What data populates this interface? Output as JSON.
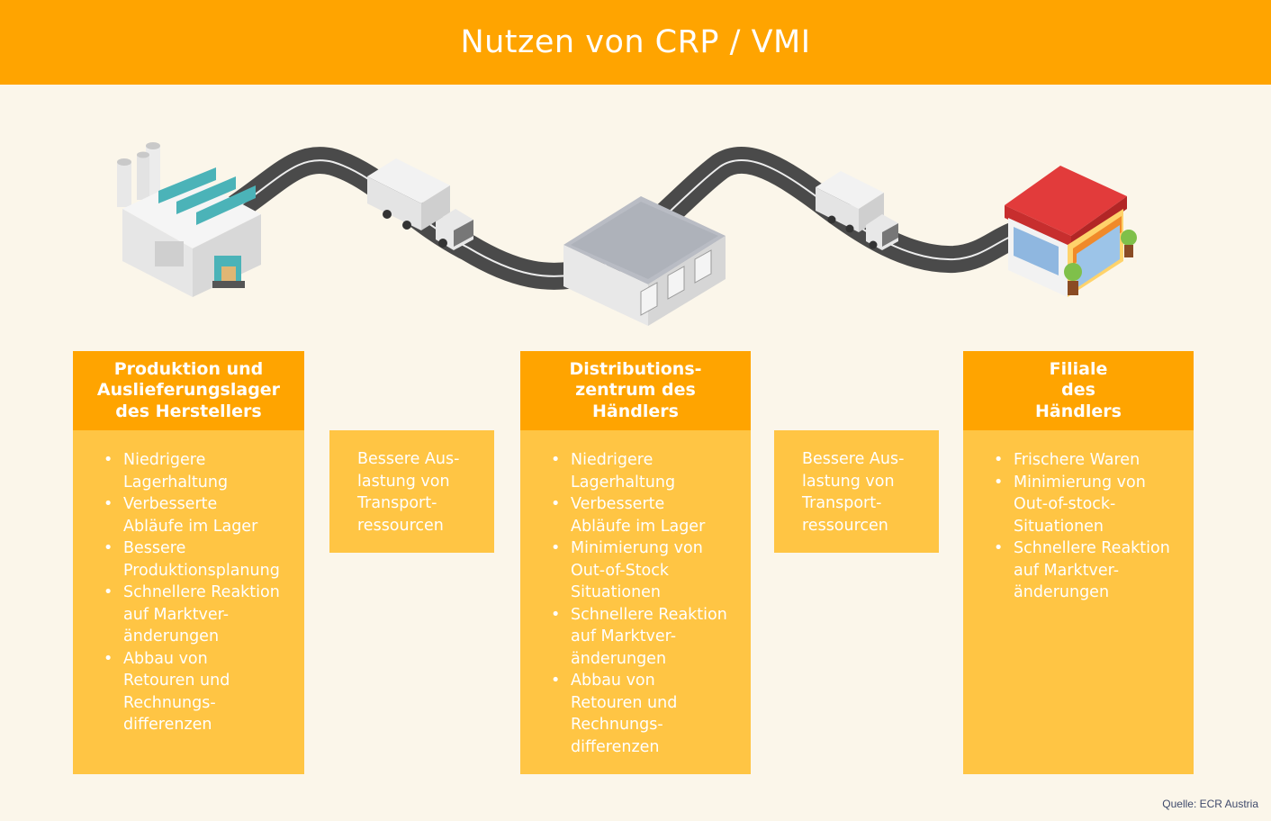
{
  "title": "Nutzen von CRP / VMI",
  "columns": [
    {
      "heading": [
        "Produktion und",
        "Auslieferungslager",
        "des Herstellers"
      ],
      "items": [
        [
          "Niedrigere",
          "Lagerhaltung"
        ],
        [
          "Verbesserte",
          "Abläufe im Lager"
        ],
        [
          "Bessere",
          "Produktionsplanung"
        ],
        [
          "Schnellere Reaktion",
          "auf Marktver-",
          "änderungen"
        ],
        [
          "Abbau von",
          "Retouren und",
          "Rechnungs-",
          "differenzen"
        ]
      ]
    },
    {
      "heading": [
        "Distributions-",
        "zentrum des",
        "Händlers"
      ],
      "items": [
        [
          "Niedrigere",
          "Lagerhaltung"
        ],
        [
          "Verbesserte",
          "Abläufe im Lager"
        ],
        [
          "Minimierung von",
          "Out-of-Stock",
          "Situationen"
        ],
        [
          "Schnellere Reaktion",
          "auf Marktver-",
          "änderungen"
        ],
        [
          "Abbau von",
          "Retouren und",
          "Rechnungs-",
          "differenzen"
        ]
      ]
    },
    {
      "heading": [
        "Filiale",
        "des",
        "Händlers"
      ],
      "items": [
        [
          "Frischere Waren"
        ],
        [
          "Minimierung von",
          "Out-of-stock-",
          "Situationen"
        ],
        [
          "Schnellere Reaktion",
          "auf Marktver-",
          "änderungen"
        ]
      ]
    }
  ],
  "transport_boxes": [
    [
      "Bessere Aus-",
      "lastung von",
      "Transport-",
      "ressourcen"
    ],
    [
      "Bessere Aus-",
      "lastung von",
      "Transport-",
      "ressourcen"
    ]
  ],
  "source": "Quelle: ECR Austria",
  "colors": {
    "accent": "#ffa400",
    "box_body": "#ffc544",
    "background": "#fbf6ea",
    "road": "#4a4a4a"
  },
  "icons": [
    "factory-icon",
    "truck-icon",
    "warehouse-icon",
    "truck-icon",
    "store-icon"
  ]
}
